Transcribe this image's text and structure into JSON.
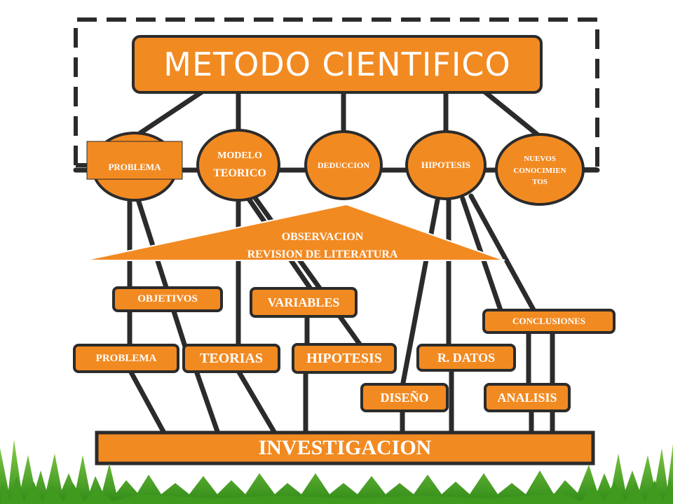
{
  "title": "METODO CIENTIFICO",
  "colors": {
    "fill": "#f28a22",
    "stroke": "#2b2b2b",
    "grass": "#4fae2a",
    "grass_dark": "#2e7d14"
  },
  "top_nodes": {
    "problema": "PROBLEMA",
    "modelo_1": "MODELO",
    "modelo_2": "TEORICO",
    "deduccion": "DEDUCCION",
    "hipotesis": "HIPOTESIS",
    "nuevos_1": "NUEVOS",
    "nuevos_2": "CONOCIMIEN",
    "nuevos_3": "TOS"
  },
  "triangle": {
    "line1": "OBSERVACION",
    "line2": "REVISION DE LITERATURA"
  },
  "boxes": {
    "objetivos": "OBJETIVOS",
    "variables": "VARIABLES",
    "conclusiones": "CONCLUSIONES",
    "problema": "PROBLEMA",
    "teorias": "TEORIAS",
    "hipotesis": "HIPOTESIS",
    "r_datos": "R. DATOS",
    "diseno": "DISEÑO",
    "analisis": "ANALISIS"
  },
  "base": "INVESTIGACION"
}
